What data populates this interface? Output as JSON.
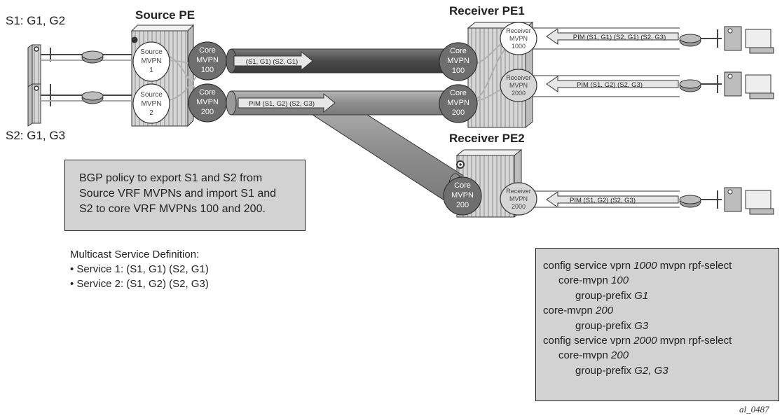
{
  "labels": {
    "s1_groups": "S1: G1, G2",
    "s2_groups": "S2: G1, G3",
    "source_pe": "Source PE",
    "receiver_pe1": "Receiver PE1",
    "receiver_pe2": "Receiver PE2"
  },
  "nodes": {
    "src_mvpn1": [
      "Source",
      "MVPN",
      "1"
    ],
    "src_mvpn2": [
      "Source",
      "MVPN",
      "2"
    ],
    "core_src_100": [
      "Core",
      "MVPN",
      "100"
    ],
    "core_src_200": [
      "Core",
      "MVPN",
      "200"
    ],
    "core_r1_100": [
      "Core",
      "MVPN",
      "100"
    ],
    "core_r1_200": [
      "Core",
      "MVPN",
      "200"
    ],
    "core_r2_200": [
      "Core",
      "MVPN",
      "200"
    ],
    "recv_1000": [
      "Receiver",
      "MVPN",
      "1000"
    ],
    "recv_r1_2000": [
      "Receiver",
      "MVPN",
      "2000"
    ],
    "recv_r2_2000": [
      "Receiver",
      "MVPN",
      "2000"
    ]
  },
  "arrows": {
    "tunnel100": "(S1, G1) (S2, G1)",
    "tunnel200": "PIM (S1, G2) (S2, G3)",
    "r1_top": "PIM (S1, G1) (S2, G1) (S2, G3)",
    "r1_bottom": "PIM (S1, G2) (S2, G3)",
    "r2": "PIM (S1, G2) (S2, G3)"
  },
  "policy_box": {
    "lines": [
      "BGP policy to export S1 and S2 from",
      "Source VRF MVPNs and import S1 and",
      "S2 to core VRF MVPNs 100 and 200."
    ]
  },
  "service_def": {
    "title": "Multicast Service Definition:",
    "items": [
      "• Service 1: (S1, G1) (S2, G1)",
      "• Service 2: (S1, G2) (S2, G3)"
    ]
  },
  "config": {
    "l1_pre": "config service vprn ",
    "l1_num": "1000",
    "l1_post": " mvpn rpf-select",
    "l2_pre": "core-mvpn ",
    "l2_num": "100",
    "l3_pre": "group-prefix ",
    "l3_val": "G1",
    "l4_pre": "core-mvpn ",
    "l4_num": "200",
    "l5_pre": "group-prefix ",
    "l5_val": "G3",
    "l6_pre": "config service vprn ",
    "l6_num": "2000",
    "l6_post": " mvpn rpf-select",
    "l7_pre": "core-mvpn ",
    "l7_num": "200",
    "l8_pre": "group-prefix ",
    "l8_val": "G2, G3"
  },
  "figure_id": "al_0487",
  "colors": {
    "core_fill": "#6e6e6e",
    "tunnel_dark": "#555555",
    "tunnel_mid": "#9a9a9a",
    "box_fill": "#d2d2d2",
    "arrow_fill": "#e6e6e6"
  }
}
